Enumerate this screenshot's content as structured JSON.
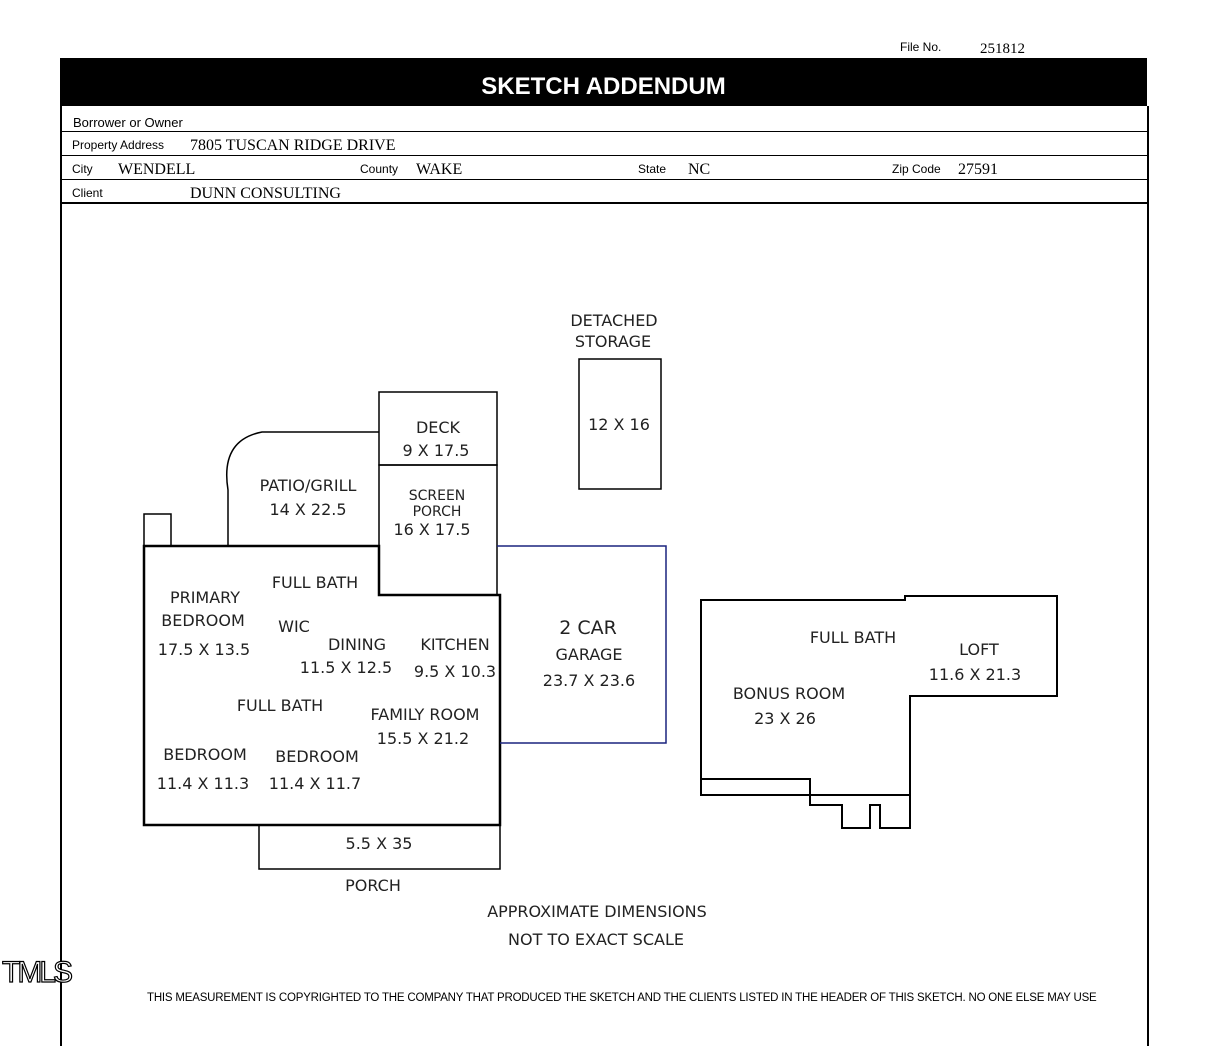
{
  "header": {
    "file_no_label": "File No.",
    "file_no": "251812",
    "title": "SKETCH ADDENDUM"
  },
  "fields": {
    "borrower_label": "Borrower or Owner",
    "borrower": "",
    "address_label": "Property Address",
    "address": "7805 TUSCAN RIDGE DRIVE",
    "city_label": "City",
    "city": "WENDELL",
    "county_label": "County",
    "county": "WAKE",
    "state_label": "State",
    "state": "NC",
    "zip_label": "Zip Code",
    "zip": "27591",
    "client_label": "Client",
    "client": "DUNN CONSULTING"
  },
  "sketch": {
    "detached_storage": [
      "DETACHED",
      "STORAGE"
    ],
    "storage_dims": "12 X 16",
    "deck": "DECK",
    "deck_dims": "9 X 17.5",
    "patio": "PATIO/GRILL",
    "patio_dims": "14 X 22.5",
    "screen_porch": [
      "SCREEN",
      "PORCH"
    ],
    "screen_porch_dims": "16 X 17.5",
    "full_bath_1": "FULL BATH",
    "primary_bedroom": [
      "PRIMARY",
      "BEDROOM"
    ],
    "primary_bedroom_dims": "17.5 X 13.5",
    "wic": "WIC",
    "dining": "DINING",
    "dining_dims": "11.5 X 12.5",
    "kitchen": "KITCHEN",
    "kitchen_dims": "9.5 X 10.3",
    "garage": [
      "2 CAR",
      "GARAGE"
    ],
    "garage_dims": "23.7 X 23.6",
    "full_bath_2": "FULL BATH",
    "family_room": "FAMILY ROOM",
    "family_room_dims": "15.5 X 21.2",
    "bedroom_1": "BEDROOM",
    "bedroom_1_dims": "11.4 X 11.3",
    "bedroom_2": "BEDROOM",
    "bedroom_2_dims": "11.4 X 11.7",
    "porch_dims": "5.5 X 35",
    "porch": "PORCH",
    "full_bath_3": "FULL BATH",
    "loft": "LOFT",
    "loft_dims": "11.6 X 21.3",
    "bonus_room": "BONUS ROOM",
    "bonus_room_dims": "23 X 26"
  },
  "notes": {
    "approx": "APPROXIMATE DIMENSIONS",
    "scale": "NOT TO EXACT SCALE",
    "copyright": "THIS MEASUREMENT IS COPYRIGHTED TO THE COMPANY THAT PRODUCED THE SKETCH AND  THE CLIENTS LISTED IN THE HEADER OF THIS SKETCH. NO ONE ELSE MAY USE"
  },
  "watermark": "TMLS"
}
